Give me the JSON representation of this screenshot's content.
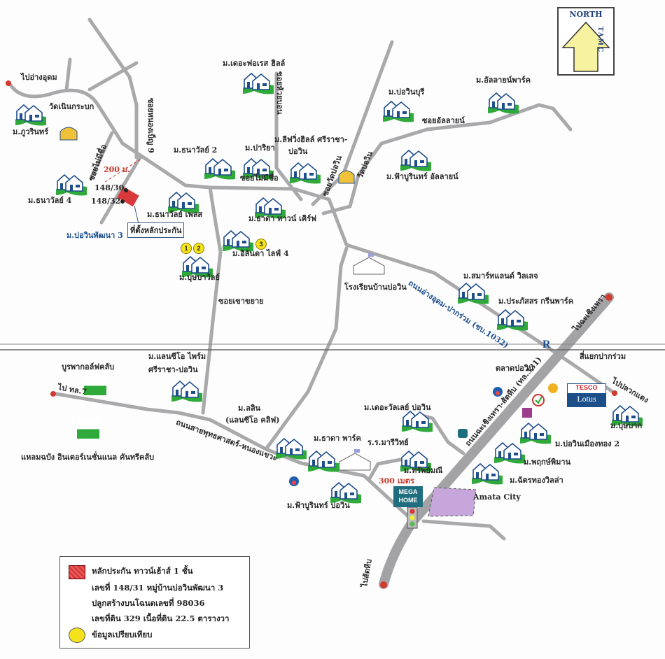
{
  "north": {
    "label": "NORTH",
    "brand": "TAMC"
  },
  "villages": [
    "ม.ภูวรินทร์",
    "ม.ธนาวัลย์ 4",
    "ม.เดอะฟอเรส ฮิลล์",
    "ม.ธนาวัลย์ 2",
    "ม.ปาริยา",
    "ม.ลีฟวิ่งฮิลล์ ศรีราชา-",
    "ม.บ่อวินบุรี",
    "ม.อัลลายน์พาร์ค",
    "ม.ฟ้าบูรินทร์ อัลลายน์",
    "ม.ธนาวัลย์ เพลส",
    "ม.ธาดา ทาวน์ เคิร์ฟ",
    "ม.อิลันดา ไลฟ์ 4",
    "ม.บุษบาวัลย์",
    "ม.สมาร์ทแลนด์ วิลเลจ",
    "ม.ประภัสสร กรีนพาร์ค",
    "ม.แลนซีโอ ไพร์ม",
    "ม.ลลิน",
    "ม.ธาดา พาร์ค",
    "ม.ฟ้าบูรินทร์ บ่อวิน",
    "ม.เดอะวัลเลย์ บ่อวิน",
    "ม.ทรัพย์มณี",
    "ม.บุษบาก",
    "ม.บ่อวินเมืองทอง 2",
    "ม.พฤกษ์พิมาน",
    "ม.ฉัตรทองวิลล่า"
  ],
  "village_sublabels": {
    "livinghill": "บ่อวิน",
    "lancio_prime": "ศรีราชา-บ่อวิน",
    "lalin": "(แลนซีโอ คลิฟ)"
  },
  "places": {
    "to_ang_udom": "ไปอ่างอุดม",
    "wat_noen_krabok": "วัดเนินกระบก",
    "soi_no_name_1": "ซอยไม่มีชื่อ",
    "soi_no_name_2": "ซอยไม่มีชื่อ",
    "soi_nong_ben": "ซอยหนองเบ็ญ 9",
    "soi_huai_bon": "ซอยห้วยบอน",
    "soi_wat_bowin": "ซอยวัดบ่อวิน",
    "wat_bowin": "วัดบ่อวิน",
    "soi_alliance": "ซอยอัลลายน์",
    "distance_200": "200 ม.",
    "plot_148_30": "148/30",
    "plot_148_32": "148/32",
    "bowin_phatthana": "ม.บ่อวินพัฒนา 3",
    "collateral_location": "ที่ตั้งหลักประกัน",
    "school_bowin": "โรงเรียนบ้านบ่อวิน",
    "soi_khao_khayai": "ซอยเขาขยาย",
    "road_1032": "ถนนอ่างอุดม-ปากร่วม (ชบ.1032)",
    "to_chachoengsao": "ไปฉะเชิงเทรา",
    "pak_ruam_junction": "สี่แยกปากร่วม",
    "bowin_market": "ตลาดบ่อวิน",
    "to_pluak_daeng": "ไปปลวกแดง",
    "road_331": "ถนนฉะเชิงเทรา-สัตหีบ (ทล.331)",
    "burapha_golf": "บูรพากอล์ฟคลับ",
    "to_route_7": "ไป ทล.7",
    "laem_chabang_golf": "แหลมฉบัง อินเตอร์เนชั่นแนล คันทรีคลับ",
    "road_phutthasat": "ถนนสายพุทธศาสตร์-หนองแขวะ",
    "mariwit_school": "ร.ร.มารีวิทย์",
    "distance_300": "300 เมตร",
    "amata_city": "Amata City",
    "to_sattahip": "ไปสัตหีบ"
  },
  "brands": {
    "tesco": "TESCO",
    "lotus": "Lotus",
    "mega": "MEGA",
    "home": "HOME",
    "robinson": "R"
  },
  "comparables": [
    "1",
    "2",
    "3"
  ],
  "legend": {
    "collateral": "หลักประกัน ทาวน์เฮ้าส์ 1 ชั้น",
    "line2": "เลขที่ 148/31 หมู่บ้านบ่อวินพัฒนา 3",
    "line3": "ปลูกสร้างบนโฉนดเลขที่ 98036",
    "line4": "เลขที่ดิน 329 เนื้อที่ดิน 22.5 ตารางวา",
    "comparable": "ข้อมูลเปรียบเทียบ"
  },
  "colors": {
    "road": "#a9a9ab",
    "house_blue": "#1f4e8c",
    "grass": "#2faa3a",
    "arrow_red": "#d23a2e",
    "north_arrow": "#f6f2a0",
    "amata": "#c7a6dc"
  }
}
